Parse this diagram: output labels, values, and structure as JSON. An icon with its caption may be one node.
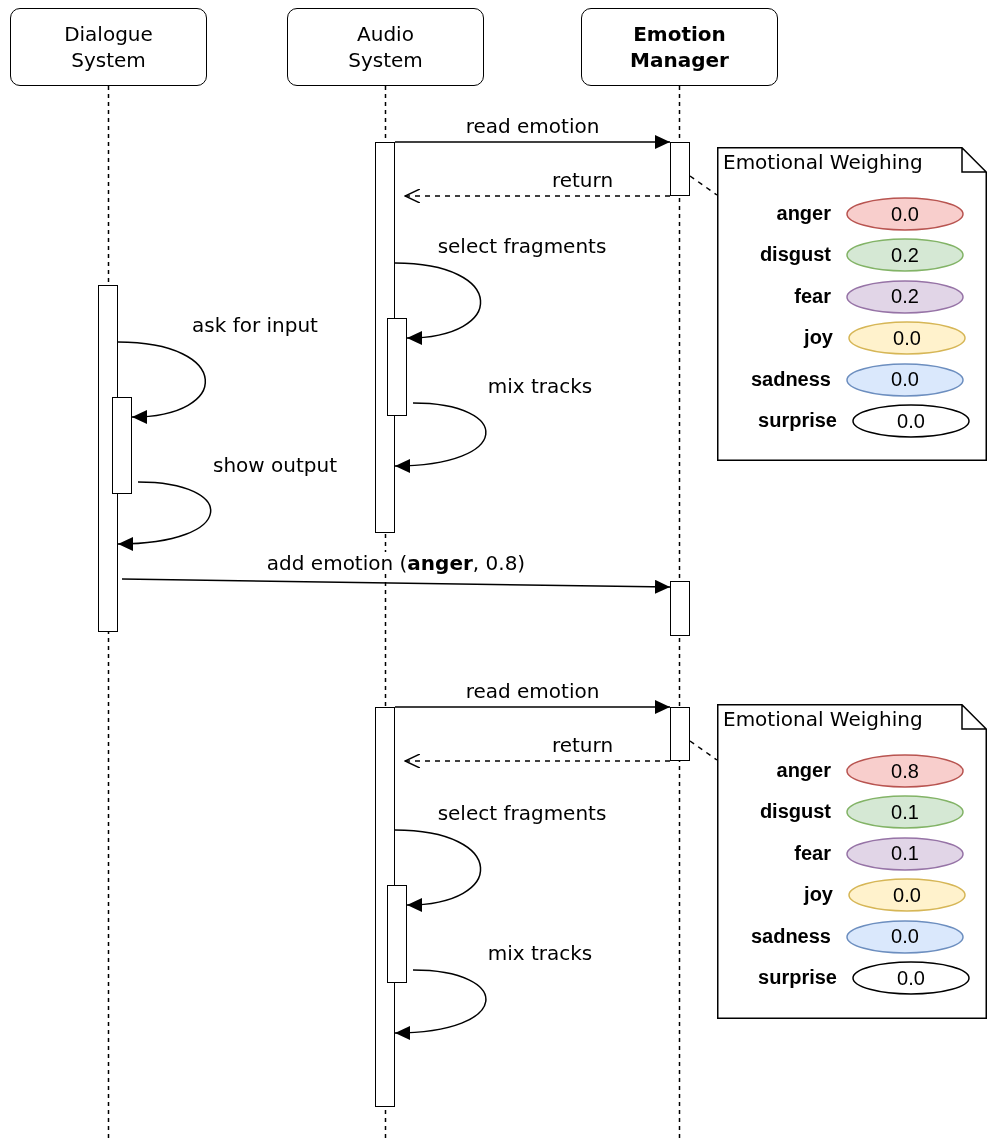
{
  "diagram": {
    "nodes": [
      {
        "text": [
          "Dialogue System"
        ]
      },
      {
        "text": [
          "Audio System"
        ]
      },
      {
        "text": [
          "Emotion Manager"
        ]
      },
      {
        "text": [],
        "shape": "bar"
      },
      {
        "text": [],
        "shape": "bar"
      },
      {
        "text": [],
        "shape": "bar"
      },
      {
        "text": [],
        "shape": "bar"
      },
      {
        "text": [],
        "shape": "bar"
      },
      {
        "text": [],
        "shape": "bar"
      },
      {
        "text": [],
        "shape": "bar"
      },
      {
        "text": [],
        "shape": "bar"
      },
      {
        "text": [],
        "shape": "bar"
      },
      {
        "text": [
          "Emotional Weighing"
        ]
      },
      {
        "text": [
          "0.0"
        ],
        "beside": [
          "anger"
        ],
        "in": 12
      },
      {
        "text": [
          "0.2"
        ],
        "beside": [
          "disgust"
        ],
        "in": 12
      },
      {
        "text": [
          "0.2"
        ],
        "beside": [
          "fear"
        ],
        "in": 12
      },
      {
        "text": [
          "0.0"
        ],
        "beside": [
          "joy"
        ],
        "in": 12
      },
      {
        "text": [
          "0.0"
        ],
        "beside": [
          "sadness"
        ],
        "in": 12
      },
      {
        "text": [
          "0.0"
        ],
        "beside": [
          "surprise"
        ],
        "in": 12
      },
      {
        "text": [
          "Emotional Weighing"
        ]
      },
      {
        "text": [
          "0.8"
        ],
        "beside": [
          "anger"
        ],
        "in": 19
      },
      {
        "text": [
          "0.1"
        ],
        "beside": [
          "disgust"
        ],
        "in": 19
      },
      {
        "text": [
          "0.1"
        ],
        "beside": [
          "fear"
        ],
        "in": 19
      },
      {
        "text": [
          "0.0"
        ],
        "beside": [
          "joy"
        ],
        "in": 19
      },
      {
        "text": [
          "0.0"
        ],
        "beside": [
          "sadness"
        ],
        "in": 19
      },
      {
        "text": [
          "0.0"
        ],
        "beside": [
          "surprise"
        ],
        "in": 19
      }
    ],
    "edges": [
      {
        "from": 3,
        "to": 4,
        "arrow": "to",
        "label": "read emotion"
      },
      {
        "from": 4,
        "to": 3,
        "arrow": "to",
        "label": "return",
        "style": "dashed"
      },
      {
        "from": 3,
        "to": 5,
        "arrow": "to",
        "label": "select fragments"
      },
      {
        "from": 5,
        "to": 3,
        "arrow": "to",
        "label": "mix tracks"
      },
      {
        "from": 6,
        "to": 7,
        "arrow": "to",
        "label": "ask for input"
      },
      {
        "from": 7,
        "to": 6,
        "arrow": "to",
        "label": "show output"
      },
      {
        "from": 6,
        "to": 8,
        "arrow": "to",
        "label": "add emotion  (**anger**, 0.8)"
      },
      {
        "from": 9,
        "to": 10,
        "arrow": "to",
        "label": "read emotion"
      },
      {
        "from": 10,
        "to": 9,
        "arrow": "to",
        "label": "return",
        "style": "dashed"
      },
      {
        "from": 9,
        "to": 11,
        "arrow": "to",
        "label": "select fragments"
      },
      {
        "from": 11,
        "to": 9,
        "arrow": "to",
        "label": "mix tracks"
      },
      {
        "from": 4,
        "to": 12,
        "arrow": "none",
        "style": "dashed"
      },
      {
        "from": 10,
        "to": 19,
        "arrow": "none",
        "style": "dashed"
      }
    ]
  }
}
